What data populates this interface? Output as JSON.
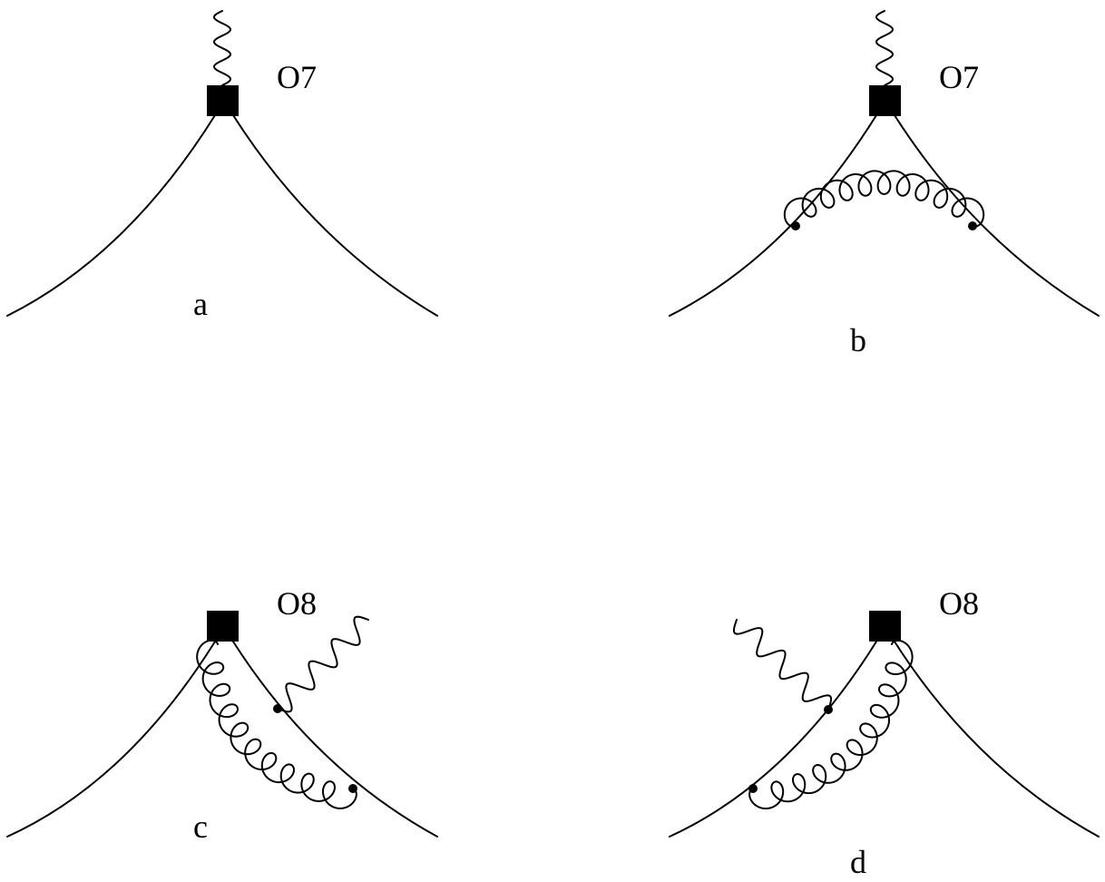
{
  "colors": {
    "line": "#000000",
    "background": "#ffffff"
  },
  "diagrams": [
    {
      "id": "a",
      "panel_label": "a",
      "operator_label": "O7"
    },
    {
      "id": "b",
      "panel_label": "b",
      "operator_label": "O7"
    },
    {
      "id": "c",
      "panel_label": "c",
      "operator_label": "O8"
    },
    {
      "id": "d",
      "panel_label": "d",
      "operator_label": "O8"
    }
  ]
}
